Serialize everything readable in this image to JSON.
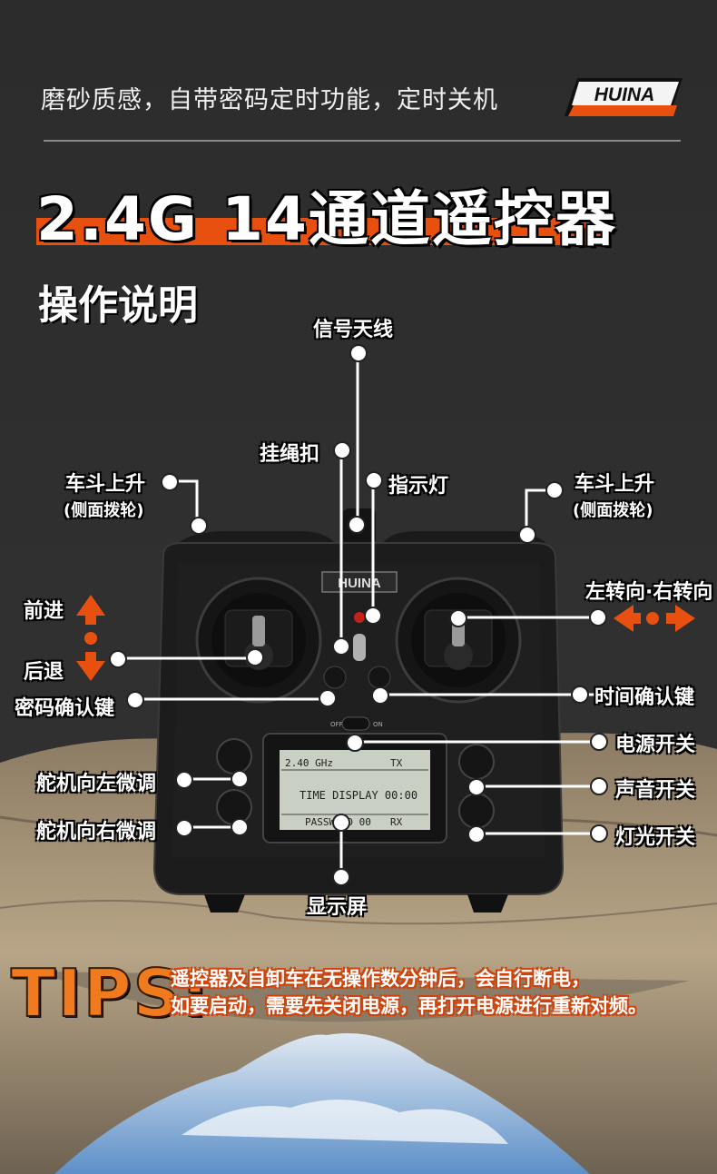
{
  "header": {
    "tagline": "磨砂质感，自带密码定时功能，定时关机",
    "brand_logo": "HUINA"
  },
  "title": "2.4G 14通道遥控器",
  "subtitle": "操作说明",
  "device": {
    "face_logo": "HUINA",
    "switch_off": "OFF",
    "switch_on": "ON",
    "lcd": {
      "line1_left": "2.40 GHz",
      "line1_right": "TX",
      "line2": "TIME DISPLAY 00:00",
      "line3_left": "PASSWORD 00",
      "line3_right": "RX"
    }
  },
  "labels": {
    "antenna": "信号天线",
    "lanyard": "挂绳扣",
    "indicator": "指示灯",
    "bucket_up_left": "车斗上升",
    "bucket_up_left_note": "(侧面拨轮)",
    "bucket_up_right": "车斗上升",
    "bucket_up_right_note": "(侧面拨轮)",
    "forward": "前进",
    "backward": "后退",
    "turn": "左转向·右转向",
    "password_key": "密码确认键",
    "time_key": "时间确认键",
    "power_switch": "电源开关",
    "servo_left_trim": "舵机向左微调",
    "servo_right_trim": "舵机向右微调",
    "sound_switch": "声音开关",
    "light_switch": "灯光开关",
    "display": "显示屏"
  },
  "tips": {
    "heading": "TIPS:",
    "line1": "遥控器及自卸车在无操作数分钟后，会自行断电，",
    "line2": "如要启动，需要先关闭电源，再打开电源进行重新对频。"
  },
  "colors": {
    "accent": "#e8500f",
    "tips_orange": "#f07a1e",
    "background": "#2c2c2c"
  }
}
